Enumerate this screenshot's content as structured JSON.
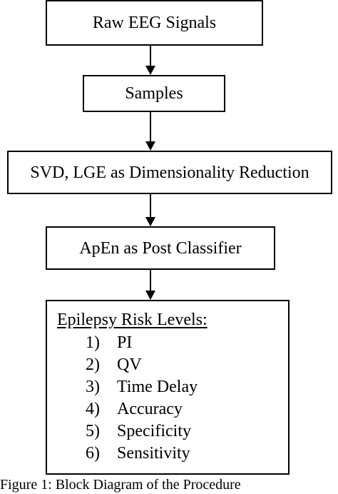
{
  "diagram": {
    "steps": [
      "Raw EEG Signals",
      "Samples",
      "SVD, LGE as Dimensionality Reduction",
      "ApEn as Post Classifier"
    ],
    "risk_levels": {
      "title": "Epilepsy Risk Levels:",
      "items": [
        {
          "num": "1)",
          "label": "PI"
        },
        {
          "num": "2)",
          "label": "QV"
        },
        {
          "num": "3)",
          "label": "Time Delay"
        },
        {
          "num": "4)",
          "label": "Accuracy"
        },
        {
          "num": "5)",
          "label": "Specificity"
        },
        {
          "num": "6)",
          "label": "Sensitivity"
        }
      ]
    },
    "caption": "Figure 1: Block Diagram of the Procedure"
  }
}
